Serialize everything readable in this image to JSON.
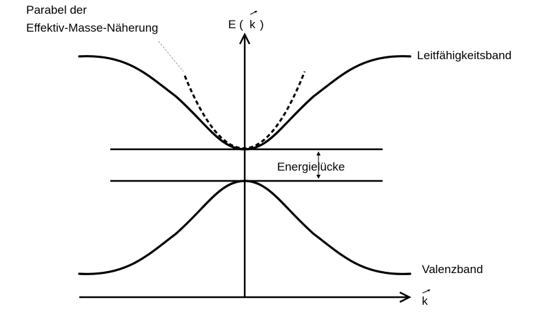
{
  "labels": {
    "parabola_line1": "Parabel der",
    "parabola_line2": "Effektiv-Masse-Näherung",
    "energy_axis": "E (",
    "energy_axis_k": "k",
    "energy_axis_close": ")",
    "conduction_band": "Leitfähigkeitsband",
    "band_gap": "Energielücke",
    "valence_band": "Valenzband",
    "k_axis": "k"
  }
}
